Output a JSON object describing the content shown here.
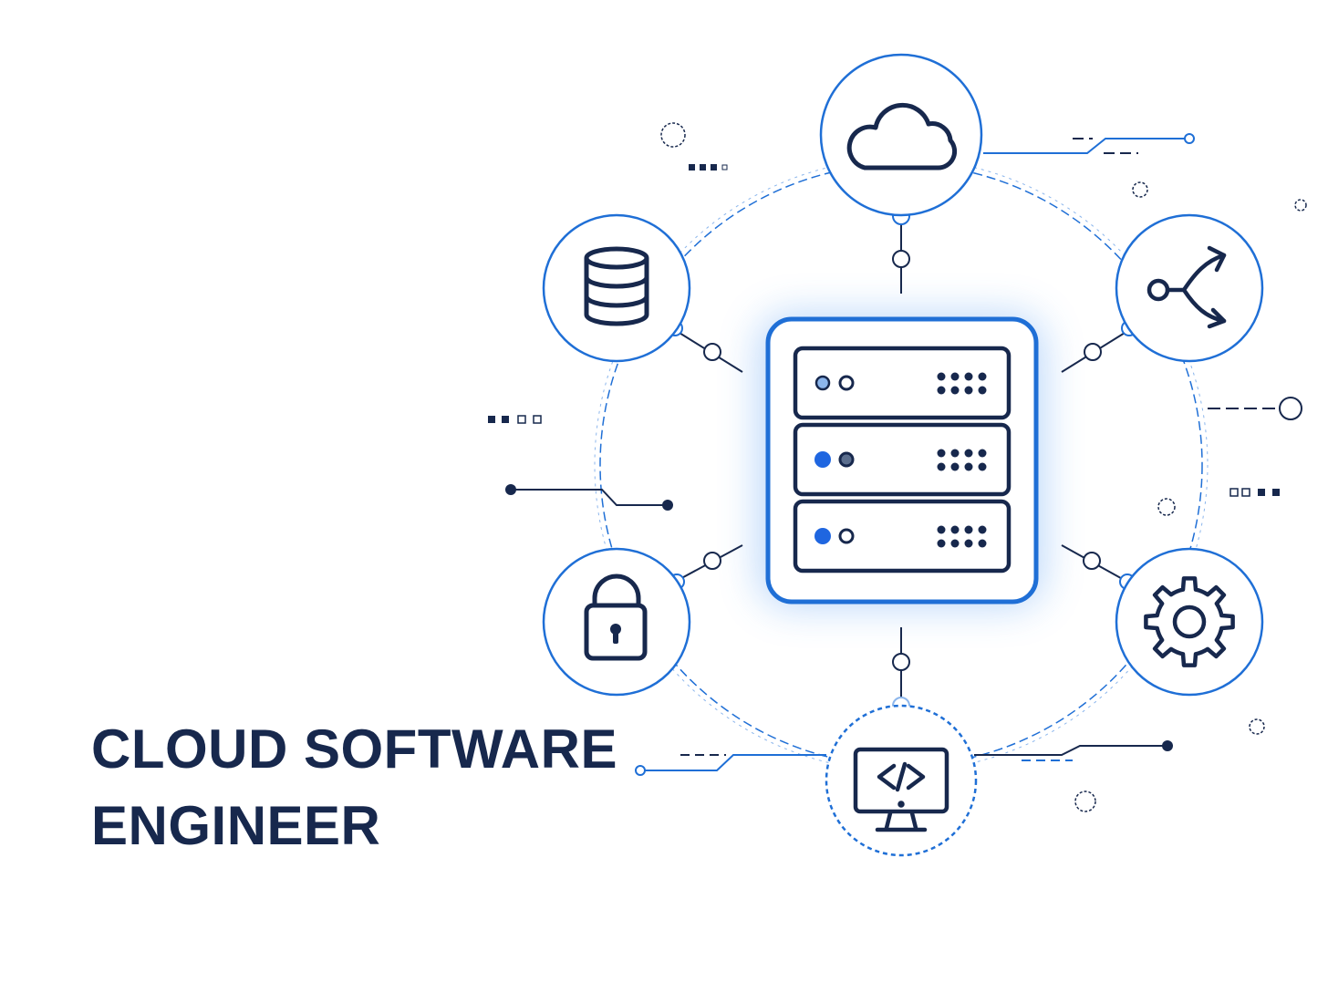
{
  "title": {
    "line1": "CLOUD SOFTWARE",
    "line2": "ENGINEER"
  },
  "colors": {
    "navy": "#17284d",
    "blue": "#1f6fd6",
    "light_blue": "#8cb6ec",
    "glow": "#3d8ef0",
    "accent_dot": "#1f66e0"
  },
  "nodes": [
    {
      "name": "cloud",
      "icon": "cloud-icon"
    },
    {
      "name": "database",
      "icon": "database-icon"
    },
    {
      "name": "branch",
      "icon": "branch-arrows-icon"
    },
    {
      "name": "security",
      "icon": "padlock-icon"
    },
    {
      "name": "settings",
      "icon": "gear-icon"
    },
    {
      "name": "code",
      "icon": "code-monitor-icon"
    },
    {
      "name": "server",
      "icon": "server-rack-icon"
    }
  ]
}
